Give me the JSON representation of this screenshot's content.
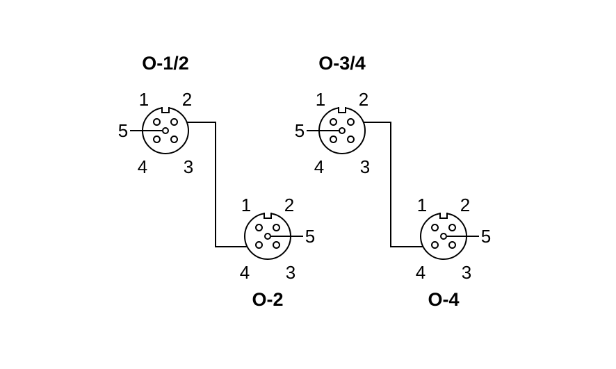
{
  "diagram": {
    "connectors": [
      {
        "label": "O-1/2",
        "pin5_side": "left",
        "pins": {
          "p1": "1",
          "p2": "2",
          "p3": "3",
          "p4": "4",
          "p5": "5"
        }
      },
      {
        "label": "O-3/4",
        "pin5_side": "left",
        "pins": {
          "p1": "1",
          "p2": "2",
          "p3": "3",
          "p4": "4",
          "p5": "5"
        }
      },
      {
        "label": "O-2",
        "pin5_side": "right",
        "pins": {
          "p1": "1",
          "p2": "2",
          "p3": "3",
          "p4": "4",
          "p5": "5"
        }
      },
      {
        "label": "O-4",
        "pin5_side": "right",
        "pins": {
          "p1": "1",
          "p2": "2",
          "p3": "3",
          "p4": "4",
          "p5": "5"
        }
      }
    ],
    "connections": [
      {
        "from": "O-1/2",
        "to": "O-2"
      },
      {
        "from": "O-3/4",
        "to": "O-4"
      }
    ],
    "colors": {
      "line": "#000000",
      "background": "#ffffff"
    }
  }
}
